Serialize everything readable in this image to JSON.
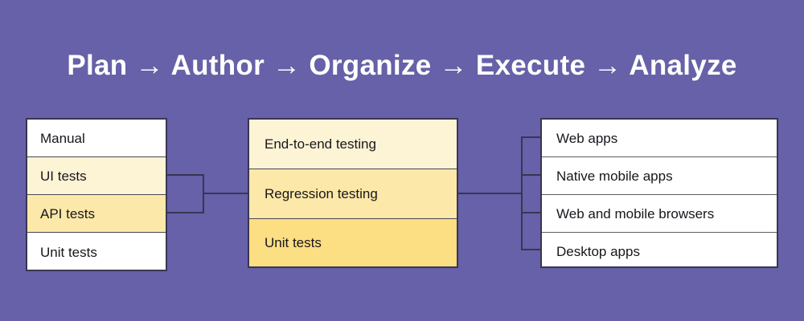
{
  "title": "Plan → Author → Organize → Execute → Analyze",
  "colors": {
    "background": "#6661a8",
    "border": "#3a3553",
    "title_text": "#ffffff",
    "row_text": "#17161c",
    "white": "#ffffff",
    "cream_light": "#fdf4d5",
    "cream_medium": "#fce8a8",
    "yellow": "#fcde83"
  },
  "columns": {
    "test_types": {
      "name": "test-types",
      "rows": [
        {
          "label": "Manual",
          "fill": "#ffffff"
        },
        {
          "label": "UI tests",
          "fill": "#fdf4d5"
        },
        {
          "label": "API tests",
          "fill": "#fce8a8"
        },
        {
          "label": "Unit tests",
          "fill": "#ffffff"
        }
      ]
    },
    "test_levels": {
      "name": "test-levels",
      "rows": [
        {
          "label": "End-to-end testing",
          "fill": "#fdf4d5"
        },
        {
          "label": "Regression testing",
          "fill": "#fce8a8"
        },
        {
          "label": "Unit tests",
          "fill": "#fcde83"
        }
      ]
    },
    "platforms": {
      "name": "target-platforms",
      "rows": [
        {
          "label": "Web apps",
          "fill": "#ffffff"
        },
        {
          "label": "Native mobile apps",
          "fill": "#ffffff"
        },
        {
          "label": "Web and mobile browsers",
          "fill": "#ffffff"
        },
        {
          "label": "Desktop apps",
          "fill": "#ffffff"
        }
      ]
    }
  }
}
